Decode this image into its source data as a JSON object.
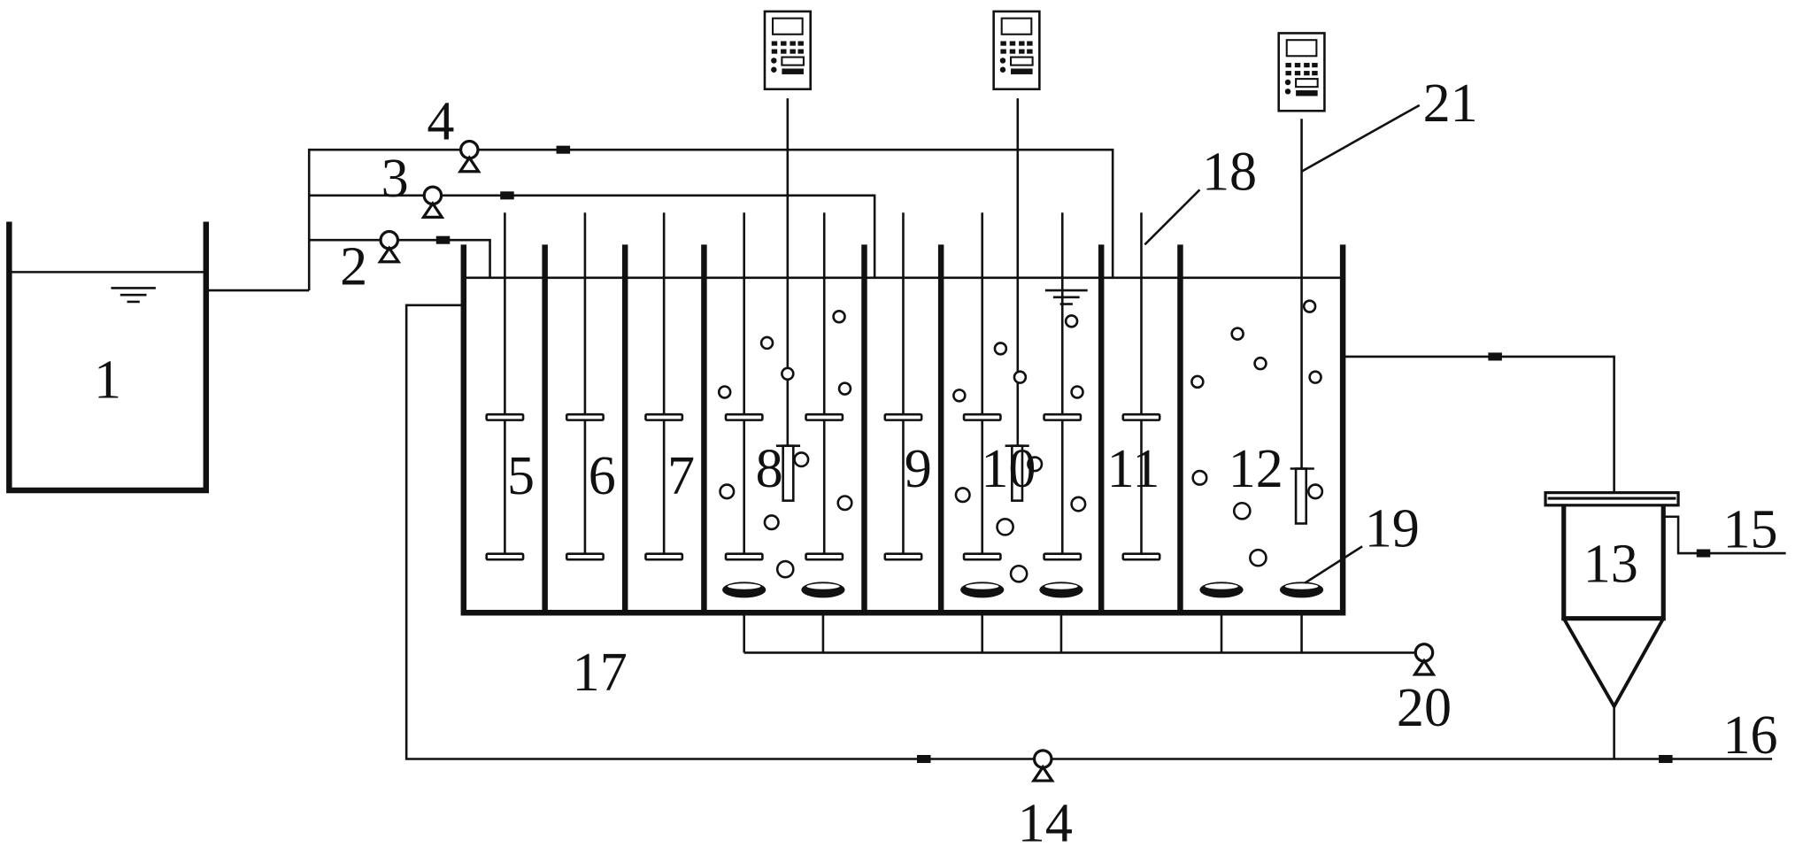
{
  "labels": {
    "n1": "1",
    "n2": "2",
    "n3": "3",
    "n4": "4",
    "n5": "5",
    "n6": "6",
    "n7": "7",
    "n8": "8",
    "n9": "9",
    "n10": "10",
    "n11": "11",
    "n12": "12",
    "n13": "13",
    "n14": "14",
    "n15": "15",
    "n16": "16",
    "n17": "17",
    "n18": "18",
    "n19": "19",
    "n20": "20",
    "n21": "21"
  },
  "colors": {
    "line": "#111111",
    "background": "#ffffff"
  }
}
